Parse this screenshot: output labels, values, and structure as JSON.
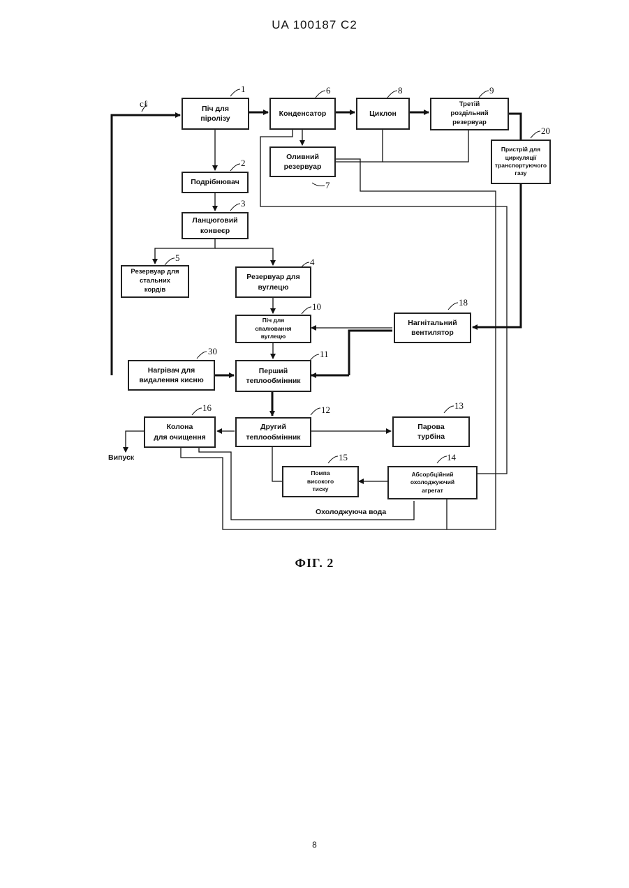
{
  "header": "UA   100187   C2",
  "figure_caption": "ФІГ. 2",
  "page_number": "8",
  "input_label": "cℓ",
  "blocks": [
    {
      "id": "b1",
      "number": "1",
      "label": "Піч для\nпіролізу"
    },
    {
      "id": "b6",
      "number": "6",
      "label": "Конденсатор"
    },
    {
      "id": "b8",
      "number": "8",
      "label": "Циклон"
    },
    {
      "id": "b9",
      "number": "9",
      "label": "Третій\nроздільний\nрезервуар"
    },
    {
      "id": "b20",
      "number": "20",
      "label": "Пристрій для\nциркуляції\nтранспортуючого\nгазу"
    },
    {
      "id": "b7",
      "number": "7",
      "label": "Оливний\nрезервуар"
    },
    {
      "id": "b2",
      "number": "2",
      "label": "Подрібнювач"
    },
    {
      "id": "b3",
      "number": "3",
      "label": "Ланцюговий\nконвеєр"
    },
    {
      "id": "b5",
      "number": "5",
      "label": "Резервуар для\nстальних\nкордів"
    },
    {
      "id": "b4",
      "number": "4",
      "label": "Резервуар для\nвуглецю"
    },
    {
      "id": "b10",
      "number": "10",
      "label": "Піч для\nспалювання\nвуглецю"
    },
    {
      "id": "b18",
      "number": "18",
      "label": "Нагнітальний\nвентилятор"
    },
    {
      "id": "b30",
      "number": "30",
      "label": "Нагрівач для\nвидалення кисню"
    },
    {
      "id": "b11",
      "number": "11",
      "label": "Перший\nтеплообмінник"
    },
    {
      "id": "b16",
      "number": "16",
      "label": "Колона\nдля очищення"
    },
    {
      "id": "b12",
      "number": "12",
      "label": "Другий\nтеплообмінник"
    },
    {
      "id": "b13",
      "number": "13",
      "label": "Парова\nтурбіна"
    },
    {
      "id": "b15",
      "number": "15",
      "label": "Помпа\nвисокого\nтиску"
    },
    {
      "id": "b14",
      "number": "14",
      "label": "Абсорбційний\nохолоджуючий\nагрегат"
    }
  ],
  "outlet_label": "Випуск",
  "cooling_water_label": "Охолоджуюча вода"
}
